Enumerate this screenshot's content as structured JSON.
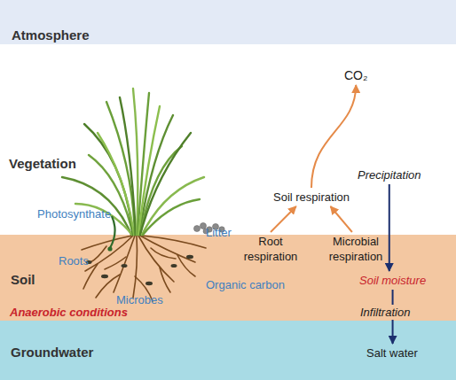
{
  "diagram": {
    "nodes": [
      {
        "text": [
          "Atmosphere"
        ]
      },
      {
        "text": [
          "CO₂"
        ]
      },
      {
        "text": [
          "Soil respiration"
        ]
      },
      {
        "text": [
          "Precipitation"
        ]
      },
      {
        "text": [
          "Soil"
        ]
      },
      {
        "text": [
          "Root respiration"
        ],
        "in": 4
      },
      {
        "text": [
          "Microbial respiration"
        ],
        "in": 4
      },
      {
        "text": [
          "Soil moisture"
        ],
        "in": 4
      },
      {
        "text": [
          "Groundwater"
        ]
      },
      {
        "text": [
          "Salt water"
        ],
        "in": 8
      }
    ],
    "edges": [
      {
        "from": 5,
        "to": 2,
        "arrow": "to"
      },
      {
        "from": 6,
        "to": 2,
        "arrow": "to"
      },
      {
        "from": 2,
        "to": 1,
        "arrow": "to"
      },
      {
        "from": 3,
        "to": 7,
        "arrow": "to"
      },
      {
        "from": 7,
        "to": 9,
        "arrow": "to",
        "label": "Infiltration"
      }
    ],
    "labels": [
      "Vegetation",
      "Photosynthate",
      "Litter",
      "Roots",
      "Microbes",
      "Organic carbon",
      "Anaerobic conditions"
    ]
  }
}
